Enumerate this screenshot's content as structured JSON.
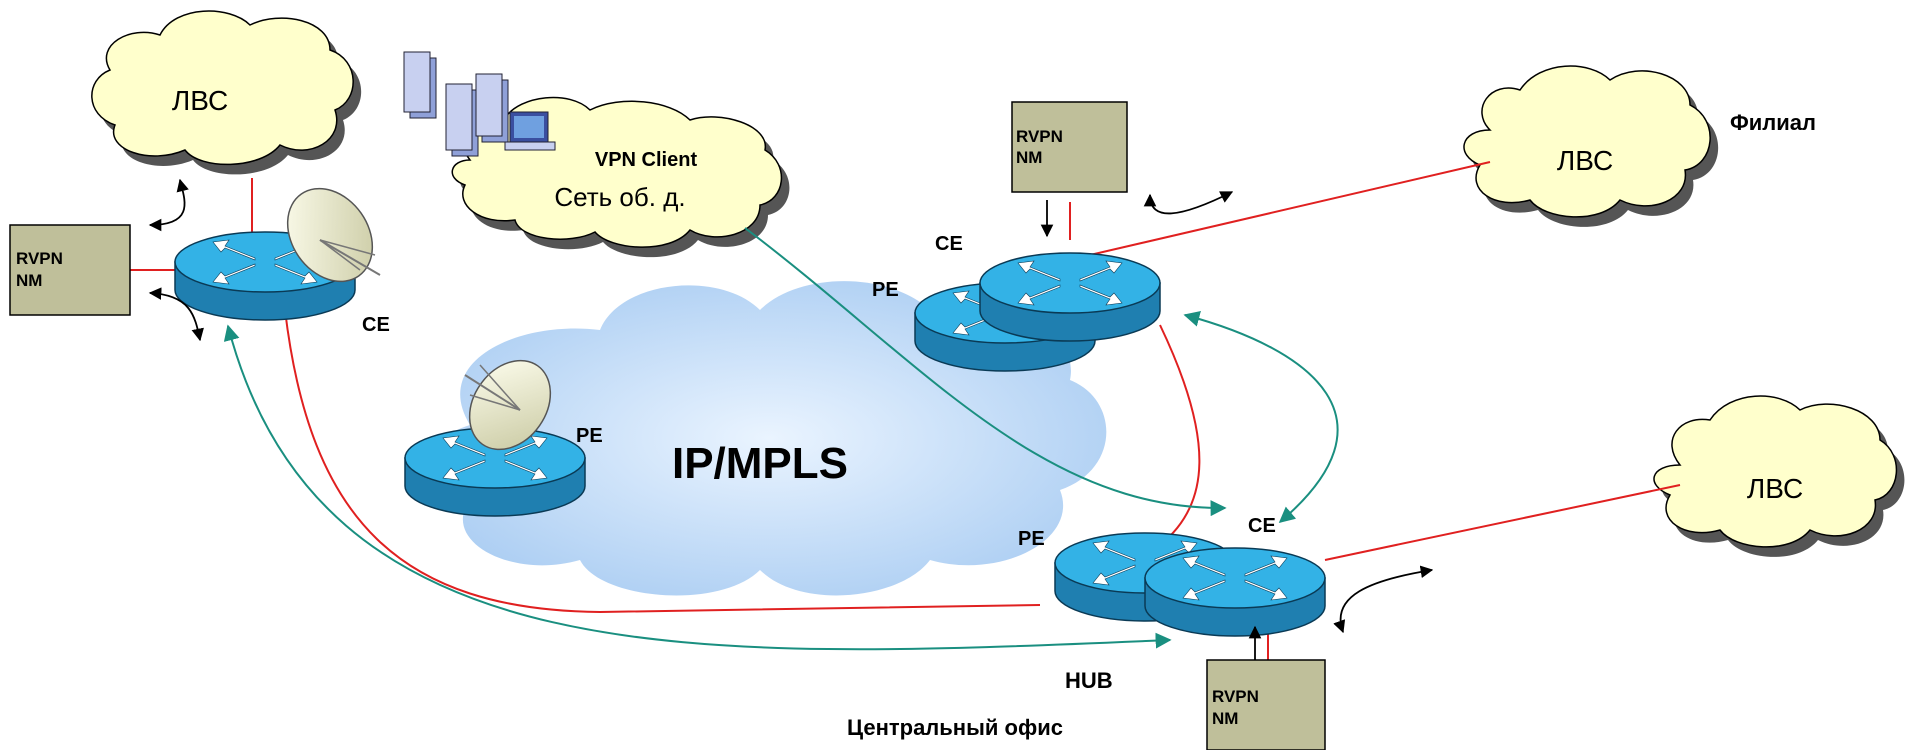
{
  "clouds": {
    "lan_left": "ЛВС",
    "lan_branch": "ЛВС",
    "lan_hub": "ЛВС",
    "pstn": "Сеть об. д.",
    "core": "IP/MPLS"
  },
  "labels": {
    "vpn_client": "VPN Client",
    "branch": "Филиал",
    "hub": "HUB",
    "central_office": "Центральный офис",
    "ce_left": "CE",
    "ce_branch": "CE",
    "pe_branch": "PE",
    "pe_left": "PE",
    "ce_hub": "CE",
    "pe_hub": "PE"
  },
  "nm_boxes": {
    "left": [
      "RVPN",
      "NM"
    ],
    "branch": [
      "RVPN",
      "NM"
    ],
    "hub": [
      "RVPN",
      "NM"
    ]
  },
  "colors": {
    "lan_cloud": "#FFFFCC",
    "nm_box": "#BFBF9A",
    "router_top": "#33B2E6",
    "router_side": "#1F7FB0",
    "link_red": "#E02020",
    "tunnel_teal": "#1A8F80"
  }
}
